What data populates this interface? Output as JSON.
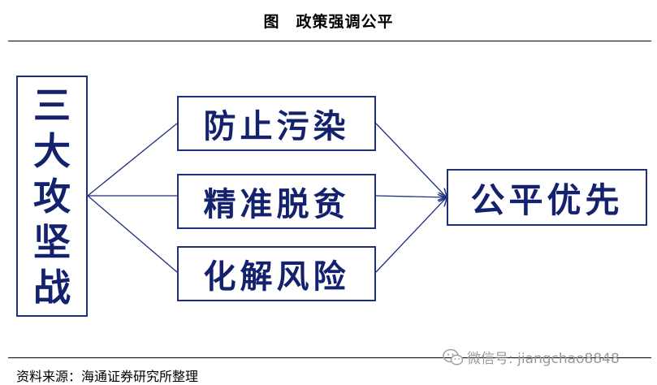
{
  "header": {
    "title": "图　政策强调公平"
  },
  "diagram": {
    "left_box": {
      "chars": [
        "三",
        "大",
        "攻",
        "坚",
        "战"
      ]
    },
    "middle_boxes": [
      {
        "label": "防止污染"
      },
      {
        "label": "精准脱贫"
      },
      {
        "label": "化解风险"
      }
    ],
    "right_box": {
      "label": "公平优先"
    },
    "colors": {
      "text": "#14226e",
      "border": "#1f2f7a",
      "line": "#1f2f7a"
    }
  },
  "footer": {
    "source": "资料来源：海通证券研究所整理"
  },
  "watermark": {
    "text": "微信号: jiangchao8848",
    "icon": "wechat-icon"
  }
}
